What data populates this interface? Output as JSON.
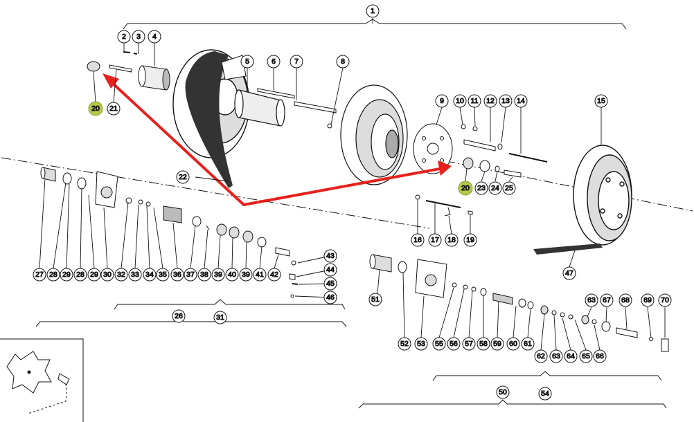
{
  "diagram": {
    "callouts": [
      {
        "id": "c1",
        "label": "1"
      },
      {
        "id": "c2",
        "label": "2"
      },
      {
        "id": "c3",
        "label": "3"
      },
      {
        "id": "c4",
        "label": "4"
      },
      {
        "id": "c5",
        "label": "5"
      },
      {
        "id": "c6",
        "label": "6"
      },
      {
        "id": "c7",
        "label": "7"
      },
      {
        "id": "c8",
        "label": "8"
      },
      {
        "id": "c9",
        "label": "9"
      },
      {
        "id": "c10",
        "label": "10"
      },
      {
        "id": "c11",
        "label": "11"
      },
      {
        "id": "c12",
        "label": "12"
      },
      {
        "id": "c13",
        "label": "13"
      },
      {
        "id": "c14",
        "label": "14"
      },
      {
        "id": "c15",
        "label": "15"
      },
      {
        "id": "c20a",
        "label": "20",
        "highlighted": true
      },
      {
        "id": "c21",
        "label": "21"
      },
      {
        "id": "c22",
        "label": "22"
      },
      {
        "id": "c20b",
        "label": "20",
        "highlighted": true
      },
      {
        "id": "c23",
        "label": "23"
      },
      {
        "id": "c24",
        "label": "24"
      },
      {
        "id": "c25",
        "label": "25"
      },
      {
        "id": "c16",
        "label": "16"
      },
      {
        "id": "c17",
        "label": "17"
      },
      {
        "id": "c18",
        "label": "18"
      },
      {
        "id": "c19",
        "label": "19"
      },
      {
        "id": "c47",
        "label": "47"
      },
      {
        "id": "c27a",
        "label": "27"
      },
      {
        "id": "c28a",
        "label": "28"
      },
      {
        "id": "c29a",
        "label": "29"
      },
      {
        "id": "c28b",
        "label": "28"
      },
      {
        "id": "c29b",
        "label": "29"
      },
      {
        "id": "c30",
        "label": "30"
      },
      {
        "id": "c32",
        "label": "32"
      },
      {
        "id": "c33",
        "label": "33"
      },
      {
        "id": "c34",
        "label": "34"
      },
      {
        "id": "c35",
        "label": "35"
      },
      {
        "id": "c36",
        "label": "36"
      },
      {
        "id": "c37",
        "label": "37"
      },
      {
        "id": "c38",
        "label": "38"
      },
      {
        "id": "c39a",
        "label": "39"
      },
      {
        "id": "c40",
        "label": "40"
      },
      {
        "id": "c39b",
        "label": "39"
      },
      {
        "id": "c41",
        "label": "41"
      },
      {
        "id": "c42",
        "label": "42"
      },
      {
        "id": "c43",
        "label": "43"
      },
      {
        "id": "c44",
        "label": "44"
      },
      {
        "id": "c45",
        "label": "45"
      },
      {
        "id": "c46",
        "label": "46"
      },
      {
        "id": "c26",
        "label": "26"
      },
      {
        "id": "c31",
        "label": "31"
      },
      {
        "id": "c51",
        "label": "51"
      },
      {
        "id": "c52",
        "label": "52"
      },
      {
        "id": "c53",
        "label": "53"
      },
      {
        "id": "c55",
        "label": "55"
      },
      {
        "id": "c56",
        "label": "56"
      },
      {
        "id": "c57",
        "label": "57"
      },
      {
        "id": "c58",
        "label": "58"
      },
      {
        "id": "c59",
        "label": "59"
      },
      {
        "id": "c60",
        "label": "60"
      },
      {
        "id": "c61",
        "label": "61"
      },
      {
        "id": "c62",
        "label": "62"
      },
      {
        "id": "c63a",
        "label": "63"
      },
      {
        "id": "c64",
        "label": "64"
      },
      {
        "id": "c65",
        "label": "65"
      },
      {
        "id": "c66",
        "label": "66"
      },
      {
        "id": "c63b",
        "label": "63"
      },
      {
        "id": "c67",
        "label": "67"
      },
      {
        "id": "c68",
        "label": "68"
      },
      {
        "id": "c69",
        "label": "69"
      },
      {
        "id": "c70",
        "label": "70"
      },
      {
        "id": "c50",
        "label": "50"
      },
      {
        "id": "c54",
        "label": "54"
      }
    ],
    "highlight_color": "#b5c84a",
    "arrow_color": "#e8201c",
    "line_color": "#111111"
  }
}
